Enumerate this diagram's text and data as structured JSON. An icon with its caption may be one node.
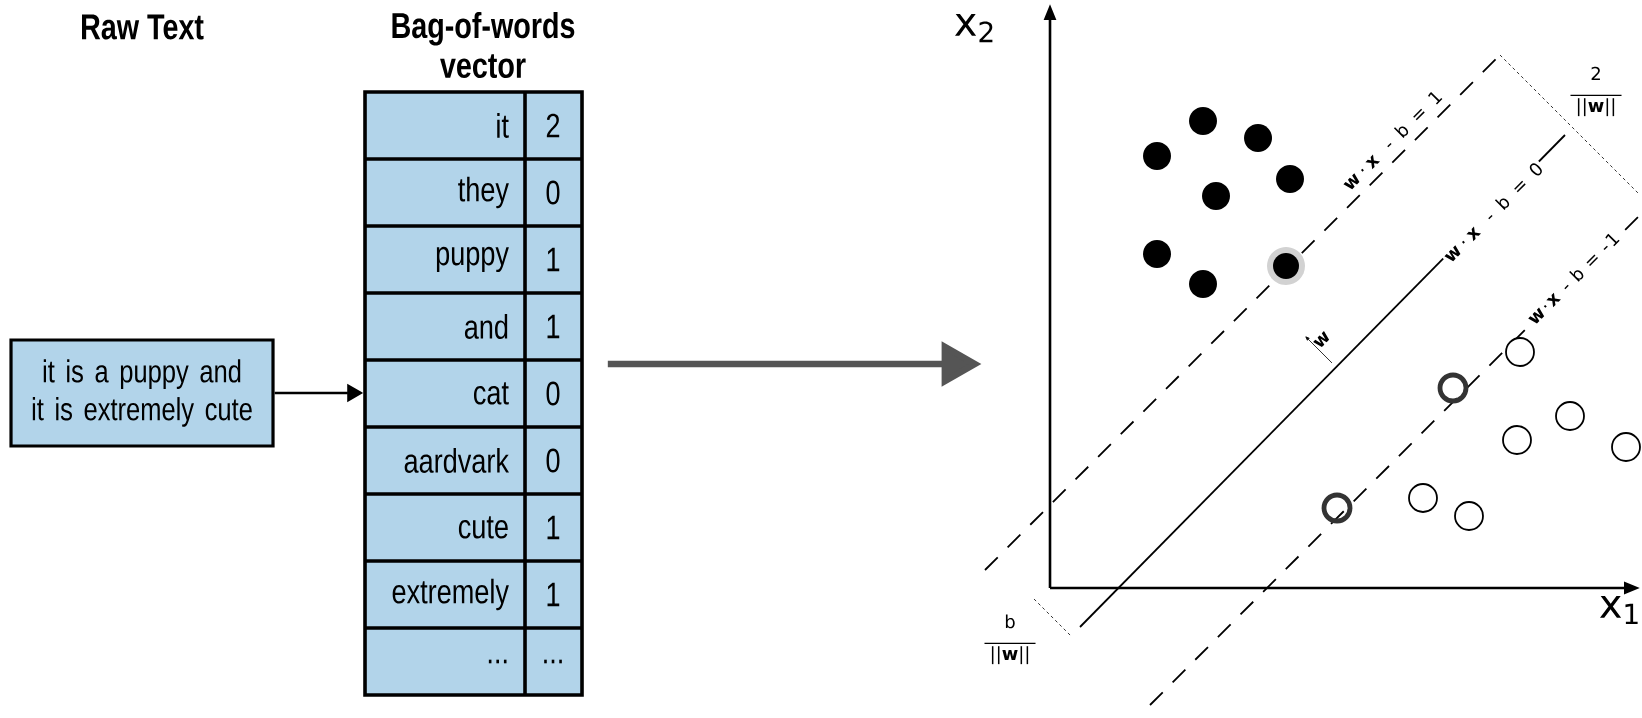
{
  "diagram": {
    "nodes": [
      {
        "text": [
          "it is a puppy and it is extremely cute"
        ]
      },
      {
        "text": [
          "Bag-of-words vector"
        ]
      },
      {
        "text": [],
        "shape": "picture"
      }
    ],
    "edges": [
      {
        "from": 0,
        "to": 1,
        "arrow": "to"
      },
      {
        "from": 1,
        "to": 2,
        "arrow": "to",
        "style": "thick",
        "color": "#555555"
      }
    ],
    "labels": [
      "Raw Text",
      "it",
      "2",
      "they",
      "0",
      "puppy",
      "1",
      "and",
      "1",
      "cat",
      "0",
      "aardvark",
      "0",
      "cute",
      "1",
      "extremely",
      "1",
      "...",
      "...",
      "x$_{2}$",
      "**w**·**x** - b = 1",
      "2",
      "||**w**||",
      "**w**·**x** - b = 0",
      "**w**·**x** - b = -1",
      "w",
      "x$_{1}$",
      "b",
      "||**w**||"
    ]
  }
}
